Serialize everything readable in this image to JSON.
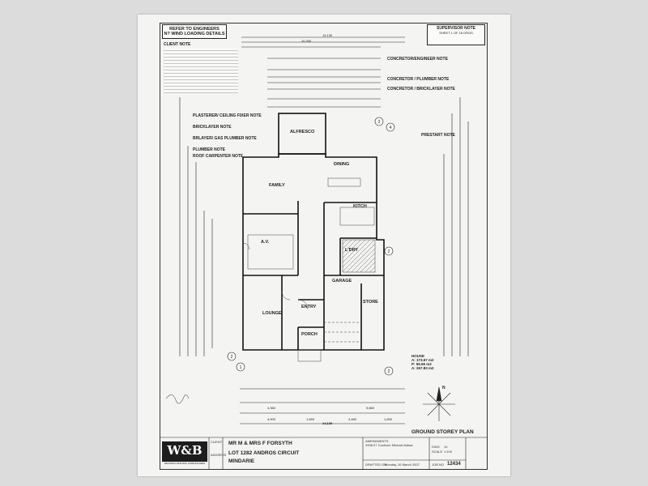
{
  "header": {
    "engineers_title": "REFER TO ENGINEERS",
    "wind_loading": "N? WIND LOADING DETAILS",
    "supervisor_note": "SUPERVISOR NOTE",
    "sheet": "SHEET 1 OF 16 DRGS"
  },
  "notes": {
    "client": "CLIENT NOTE",
    "plasterer": "PLASTERER/ CEILING FIXER NOTE",
    "bricklayer": "BRICKLAYER NOTE",
    "gas_plumber": "BRLAYER/ GAS PLUMBER NOTE",
    "plumber": "PLUMBER NOTE",
    "roof_carpenter": "ROOF CARPENTER NOTE",
    "concretor_engineer": "CONCRETOR/ENGINEER NOTE",
    "concretor_plumber": "CONCRETOR / PLUMBER NOTE",
    "concretor_bricklayer": "CONCRETOR / BRICKLAYER NOTE",
    "prestart": "PRESTART NOTE"
  },
  "rooms": {
    "alfresco": "ALFRESCO",
    "dining": "DINING",
    "family": "FAMILY",
    "kitch": "KITCH",
    "av": "A.V.",
    "lounge": "LOUNGE",
    "entry": "ENTRY",
    "garage": "GARAGE",
    "store": "STORE",
    "porch": "PORCH",
    "lndry": "L'DRY"
  },
  "dimensions": {
    "top_overall": "14,130",
    "top_main": "10,300",
    "bottom_overall": "14,130",
    "bottom_a": "4,360",
    "bottom_b": "5,860",
    "bottom_c": "4,900",
    "bottom_d": "1,650",
    "bottom_e": "4,480",
    "bottom_f": "1,650"
  },
  "areas": {
    "house": "HOUSE",
    "a_area": "A: 173.67 m2",
    "p_area": "P: 56.56 m2",
    "a2_area": "A: 267.83 m2"
  },
  "plan_title": "GROUND STOREY PLAN",
  "compass": "N",
  "title_block": {
    "logo": "W&B",
    "logo_sub": "WESTERN & BUILDING HOME BUILDERS",
    "client_label": "CLIENT",
    "address_label": "ADDRESS",
    "client": "MR M & MRS F FORSYTH",
    "lot": "LOT 1282 ANDROS CIRCUIT",
    "suburb": "MINDARIE",
    "amendments_label": "AMENDMENTS",
    "amendment_1": "2908.07 Contract: Michael Adiwa",
    "drafted_label": "DRAFTED ON",
    "drafted": "Monday, 26 March 2007",
    "job_no_label": "JOB NO",
    "job_no": "12434",
    "scale_label": "SCALE",
    "scale": "1:100",
    "dwg_label": "DWG",
    "dwg": "10"
  }
}
